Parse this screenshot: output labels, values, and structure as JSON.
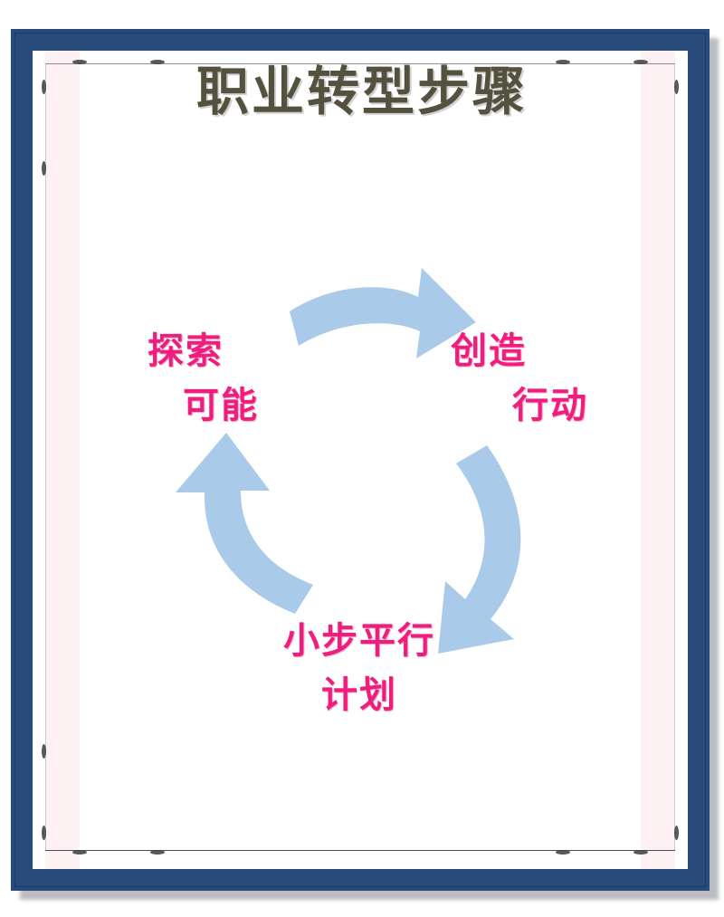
{
  "poster": {
    "title": "职业转型步骤",
    "title_color": "#54523E",
    "frame_color": "#284A7B",
    "paper_color": "#FFFFFF",
    "accent_pink": "#EF1E7C",
    "arrow_blue": "#A9CAE8",
    "pink_band_color": "#FDF1F4"
  },
  "diagram": {
    "type": "cycle",
    "direction": "clockwise",
    "stages": [
      {
        "id": "explore",
        "position": "left",
        "line1": "探索",
        "line2": "可能"
      },
      {
        "id": "create",
        "position": "right",
        "line1": "创造",
        "line2": "行动"
      },
      {
        "id": "plan",
        "position": "bottom",
        "line1": "小步平行",
        "line2": "计划"
      }
    ],
    "arrows": [
      {
        "id": "arrow-top",
        "from": "explore",
        "to": "create",
        "icon": "curved-arrow-right-icon"
      },
      {
        "id": "arrow-right",
        "from": "create",
        "to": "plan",
        "icon": "curved-arrow-down-left-icon"
      },
      {
        "id": "arrow-left",
        "from": "plan",
        "to": "explore",
        "icon": "curved-arrow-up-icon"
      }
    ]
  }
}
